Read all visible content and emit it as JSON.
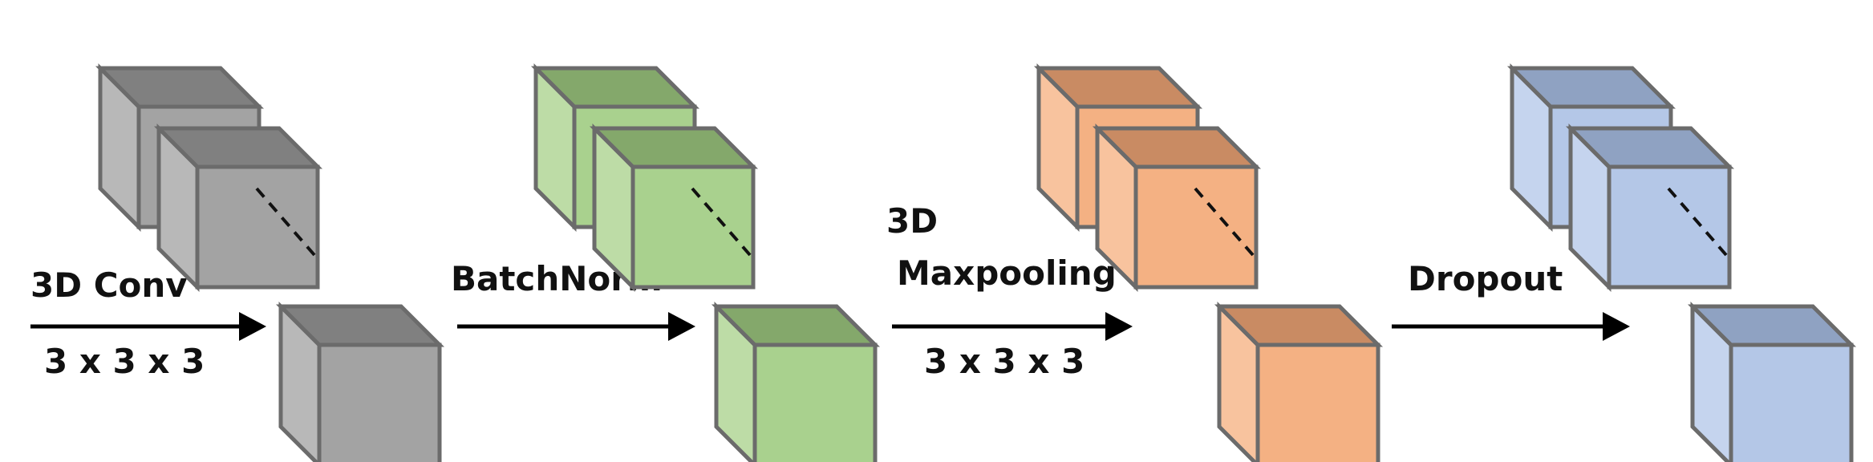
{
  "stages": [
    {
      "id": "conv",
      "label_lines": [
        "3D Conv"
      ],
      "sublabel": "3 x 3 x 3",
      "colors": {
        "front": "#a3a3a3",
        "side": "#b8b8b8",
        "top": "#808080",
        "edge": "#6b6b6b"
      }
    },
    {
      "id": "batchnorm",
      "label_lines": [
        "BatchNorm"
      ],
      "sublabel": "",
      "colors": {
        "front": "#a9d18e",
        "side": "#bddca6",
        "top": "#84a86b",
        "edge": "#6b6b6b"
      }
    },
    {
      "id": "maxpool",
      "label_lines": [
        "3D",
        "Maxpooling"
      ],
      "sublabel": "3 x 3 x 3",
      "colors": {
        "front": "#f4b183",
        "side": "#f8c39e",
        "top": "#c98b63",
        "edge": "#6b6b6b"
      }
    },
    {
      "id": "dropout",
      "label_lines": [
        "Dropout"
      ],
      "sublabel": "",
      "colors": {
        "front": "#b4c7e7",
        "side": "#c5d4ee",
        "top": "#8fa2c2",
        "edge": "#6b6b6b"
      }
    }
  ],
  "arrow_color": "#000000"
}
